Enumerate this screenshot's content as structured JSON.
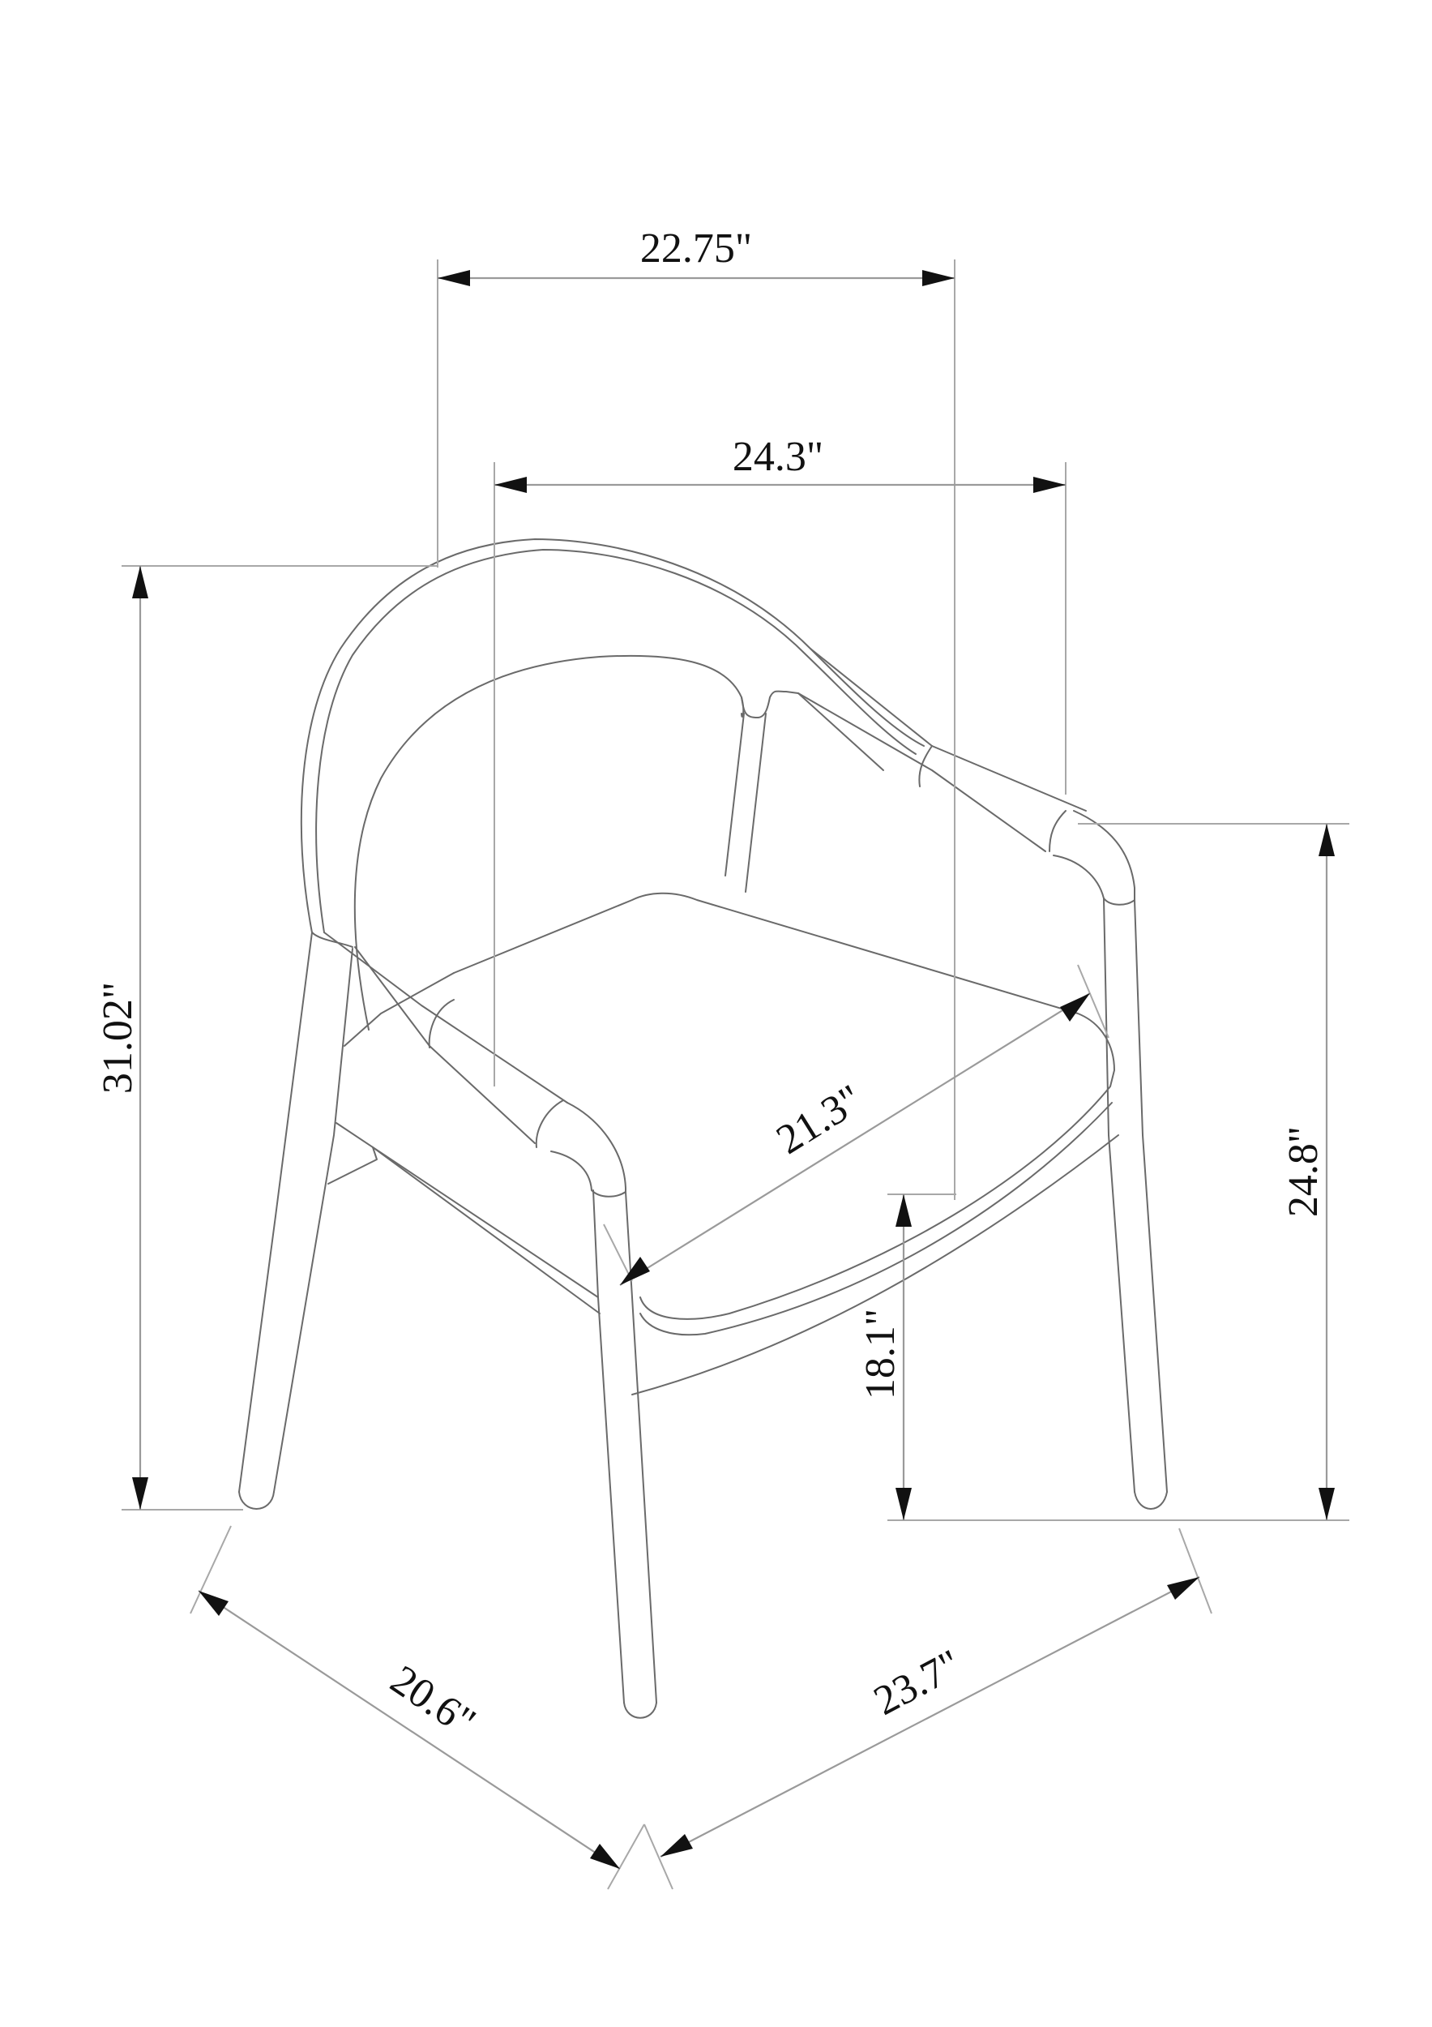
{
  "diagram": {
    "title": "Chair dimension drawing",
    "subject": "Armchair with curved backrest, upholstered seat, four tapered legs",
    "units": "inches",
    "line_color": "#6a6a6a",
    "dimension_color": "#9a9a9a",
    "arrow_color": "#111111",
    "background": "#ffffff"
  },
  "dimensions": {
    "overall_width_top": {
      "label": "22.75\"",
      "value": 22.75,
      "orientation": "horizontal"
    },
    "arm_width": {
      "label": "24.3\"",
      "value": 24.3,
      "orientation": "horizontal"
    },
    "overall_height": {
      "label": "31.02\"",
      "value": 31.02,
      "orientation": "vertical"
    },
    "arm_height": {
      "label": "24.8\"",
      "value": 24.8,
      "orientation": "vertical"
    },
    "seat_height": {
      "label": "18.1\"",
      "value": 18.1,
      "orientation": "vertical"
    },
    "seat_width": {
      "label": "21.3\"",
      "value": 21.3,
      "orientation": "diagonal"
    },
    "base_depth": {
      "label": "20.6\"",
      "value": 20.6,
      "orientation": "diagonal"
    },
    "base_width": {
      "label": "23.7\"",
      "value": 23.7,
      "orientation": "diagonal"
    }
  }
}
